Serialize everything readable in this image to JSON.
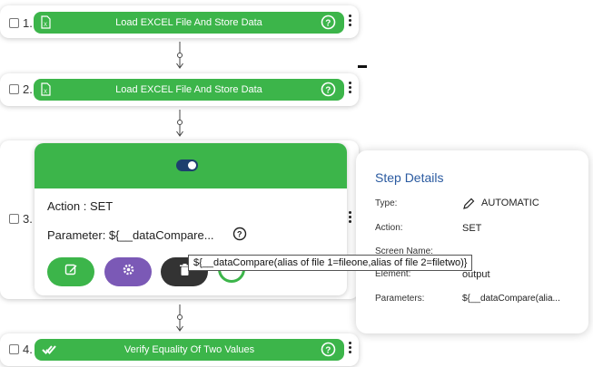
{
  "steps": [
    {
      "number": "1.",
      "label": "Load EXCEL File And Store Data",
      "icon": "excel-file-icon"
    },
    {
      "number": "2.",
      "label": "Load EXCEL File And Store Data",
      "icon": "excel-file-icon"
    },
    {
      "number": "3."
    },
    {
      "number": "4.",
      "label": "Verify Equality Of Two Values",
      "icon": "double-check-icon"
    }
  ],
  "expanded_step": {
    "action_text": "Action : SET",
    "parameter_text": "Parameter: ${__dataCompare...",
    "toggle_state": "on",
    "colors": {
      "header": "#3cb54a",
      "edit": "#3cb54a",
      "settings": "#7b59b6",
      "delete": "#333333"
    }
  },
  "tooltip": {
    "text": "${__dataCompare(alias of file 1=fileone,alias of file 2=filetwo)}"
  },
  "step_details": {
    "title": "Step Details",
    "rows": [
      {
        "label": "Type:",
        "value": "AUTOMATIC"
      },
      {
        "label": "Action:",
        "value": "SET"
      },
      {
        "label": "Screen Name:",
        "value": ""
      },
      {
        "label": "Element:",
        "value": "output"
      },
      {
        "label": "Parameters:",
        "value": "${__dataCompare(alia..."
      }
    ]
  },
  "colors": {
    "accent": "#3cb54a",
    "title_blue": "#2a5aa0"
  }
}
